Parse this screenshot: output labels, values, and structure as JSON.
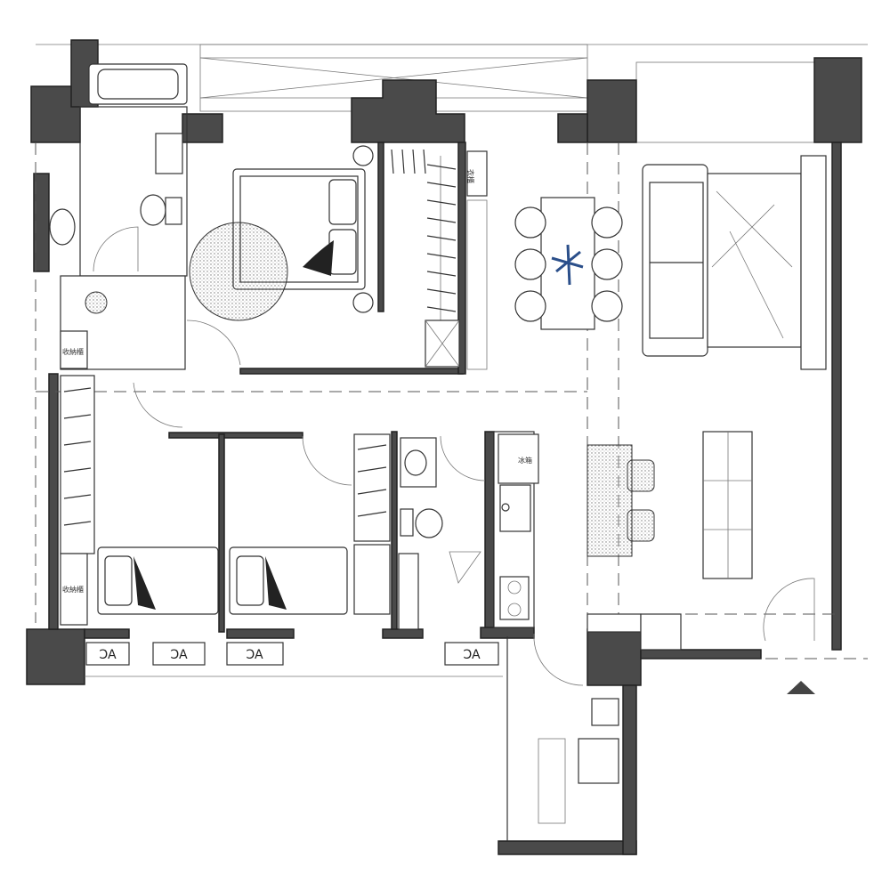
{
  "plan": {
    "ac_labels": [
      "AC",
      "AC",
      "AC",
      "AC"
    ],
    "cabinet_labels": {
      "storage_left_top": "收納櫃",
      "storage_left_bottom": "收納櫃",
      "wardrobe_master": "衣櫃",
      "fridge": "冰箱"
    },
    "colors": {
      "wall": "#4a4a4a",
      "line": "#333333"
    }
  }
}
